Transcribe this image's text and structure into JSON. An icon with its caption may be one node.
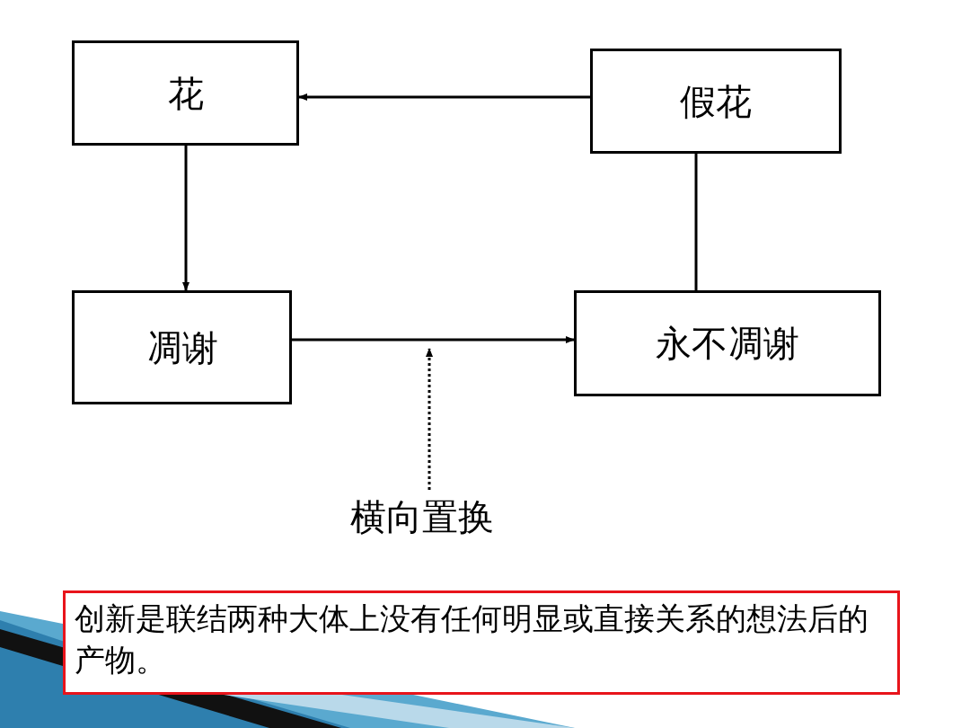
{
  "diagram": {
    "nodes": [
      {
        "text": [
          "花"
        ]
      },
      {
        "text": [
          "假花"
        ]
      },
      {
        "text": [
          "凋谢"
        ]
      },
      {
        "text": [
          "永不凋谢"
        ]
      },
      {
        "text": [
          "横向置换"
        ]
      },
      {
        "text": [
          "创新是联结两种大体上没有任何明显或直接关系的想法后的产物。"
        ]
      }
    ],
    "edges": [
      {
        "from": 1,
        "to": 0,
        "arrow": "to"
      },
      {
        "from": 0,
        "to": 2,
        "arrow": "to"
      },
      {
        "from": 1,
        "to": 3,
        "arrow": "none"
      },
      {
        "from": 2,
        "to": 3,
        "arrow": "to"
      },
      {
        "from": 4,
        "to": null,
        "arrow": "to",
        "style": "dashed"
      }
    ]
  }
}
